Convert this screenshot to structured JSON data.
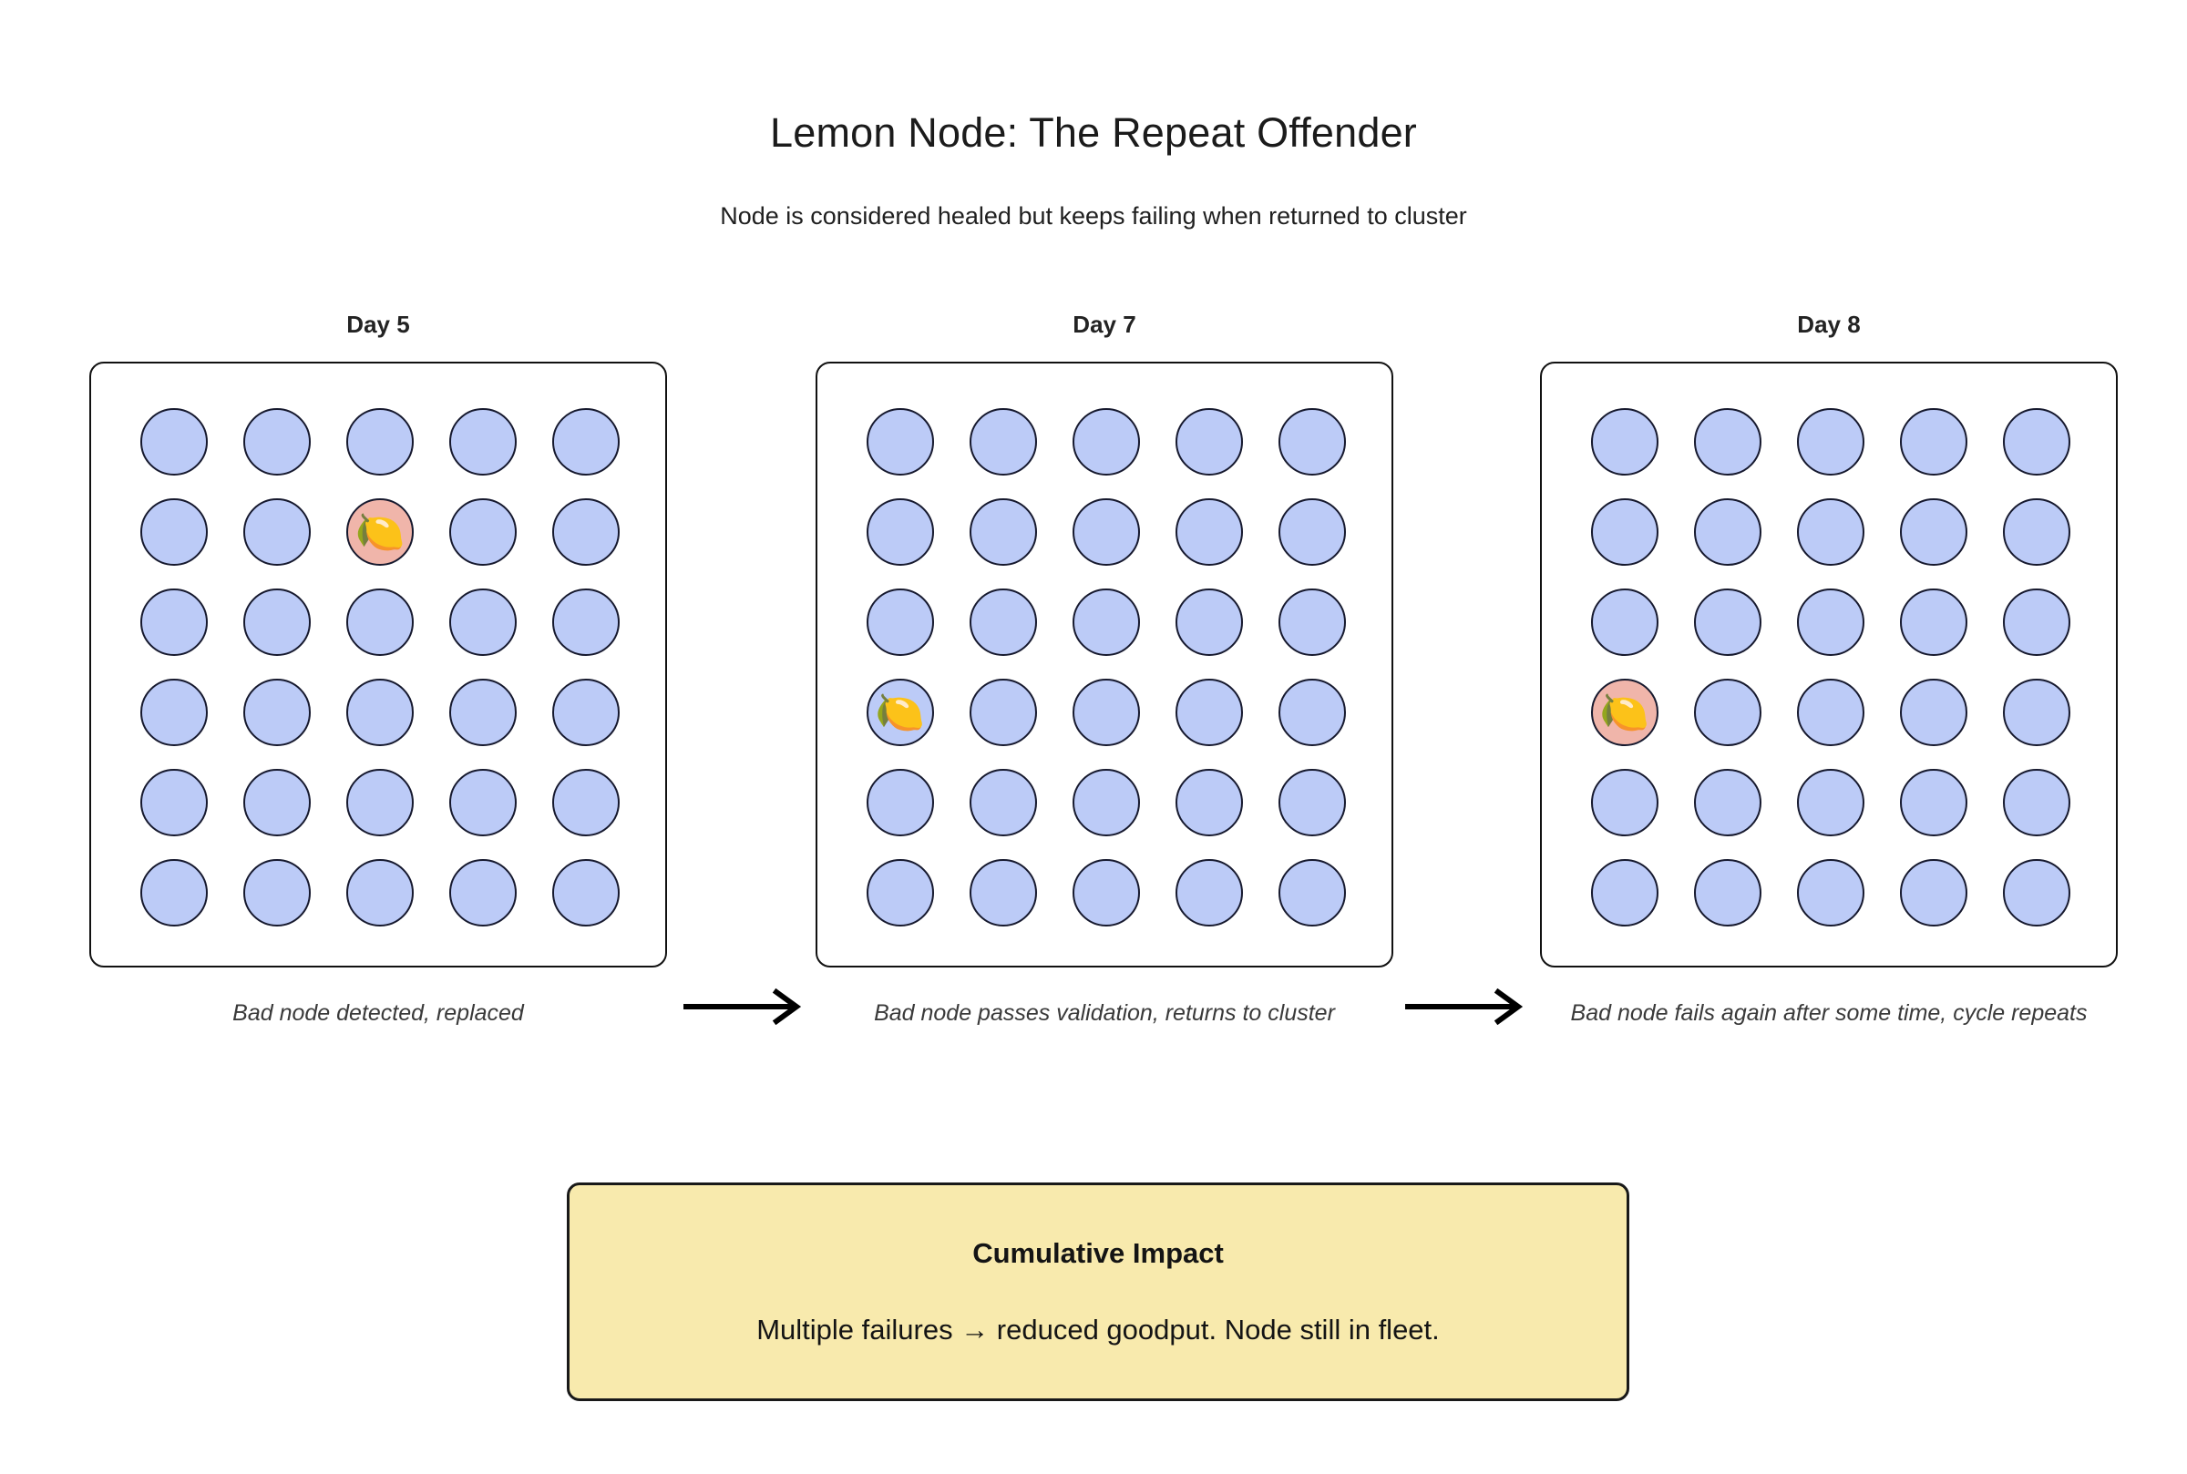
{
  "header": {
    "title": "Lemon Node: The Repeat Offender",
    "subtitle": "Node is considered healed but keeps failing when returned to cluster"
  },
  "colors": {
    "node_healthy": "#bccbf7",
    "node_failed": "#f0b5aa",
    "node_border": "#16192e",
    "panel_border": "#111111",
    "impact_bg": "#f8eaad",
    "impact_border": "#191919",
    "background": "#ffffff",
    "text": "#1b1b1b",
    "caption_text": "#3a3a3a"
  },
  "grid": {
    "rows": 6,
    "cols": 5,
    "total_nodes": 30
  },
  "stages": [
    {
      "label": "Day 5",
      "caption": "Bad node detected, replaced",
      "lemon_row": 2,
      "lemon_col": 3,
      "lemon_state": "failed",
      "lemon_icon": "lemon-icon",
      "lemon_glyph": "🍋"
    },
    {
      "label": "Day 7",
      "caption": "Bad node passes validation, returns to cluster",
      "lemon_row": 4,
      "lemon_col": 1,
      "lemon_state": "healthy",
      "lemon_icon": "lemon-icon",
      "lemon_glyph": "🍋"
    },
    {
      "label": "Day 8",
      "caption": "Bad node fails again after some time, cycle repeats",
      "lemon_row": 4,
      "lemon_col": 1,
      "lemon_state": "failed",
      "lemon_icon": "lemon-icon",
      "lemon_glyph": "🍋"
    }
  ],
  "arrows": [
    {
      "name": "arrow-day5-to-day7"
    },
    {
      "name": "arrow-day7-to-day8"
    }
  ],
  "impact": {
    "title": "Cumulative Impact",
    "text": "Multiple failures → reduced goodput. Node still in fleet."
  }
}
